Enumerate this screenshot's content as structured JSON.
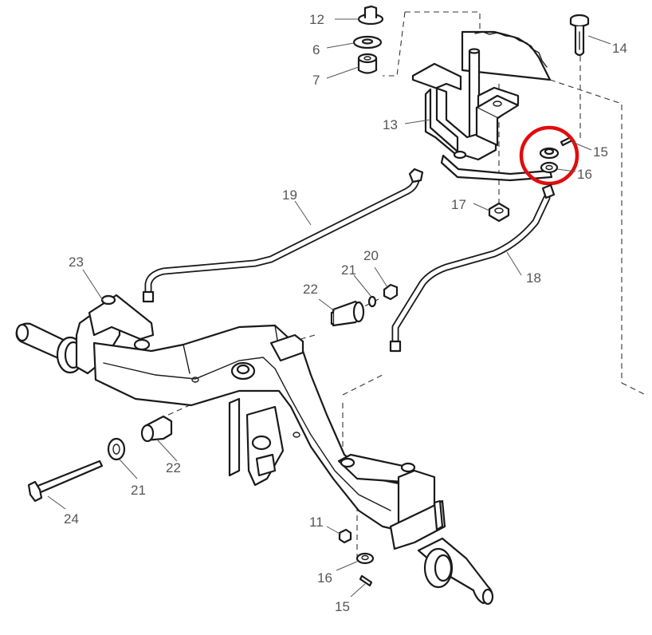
{
  "diagram": {
    "callouts": [
      "12",
      "6",
      "7",
      "14",
      "13",
      "15",
      "16",
      "17",
      "19",
      "18",
      "23",
      "21",
      "20",
      "22",
      "22",
      "21",
      "24",
      "11",
      "16",
      "15"
    ],
    "highlight_color": "#e10c0c",
    "line_color": "#1a1a1a",
    "callout_color": "#555555",
    "highlighted_parts": [
      "15",
      "16"
    ]
  }
}
